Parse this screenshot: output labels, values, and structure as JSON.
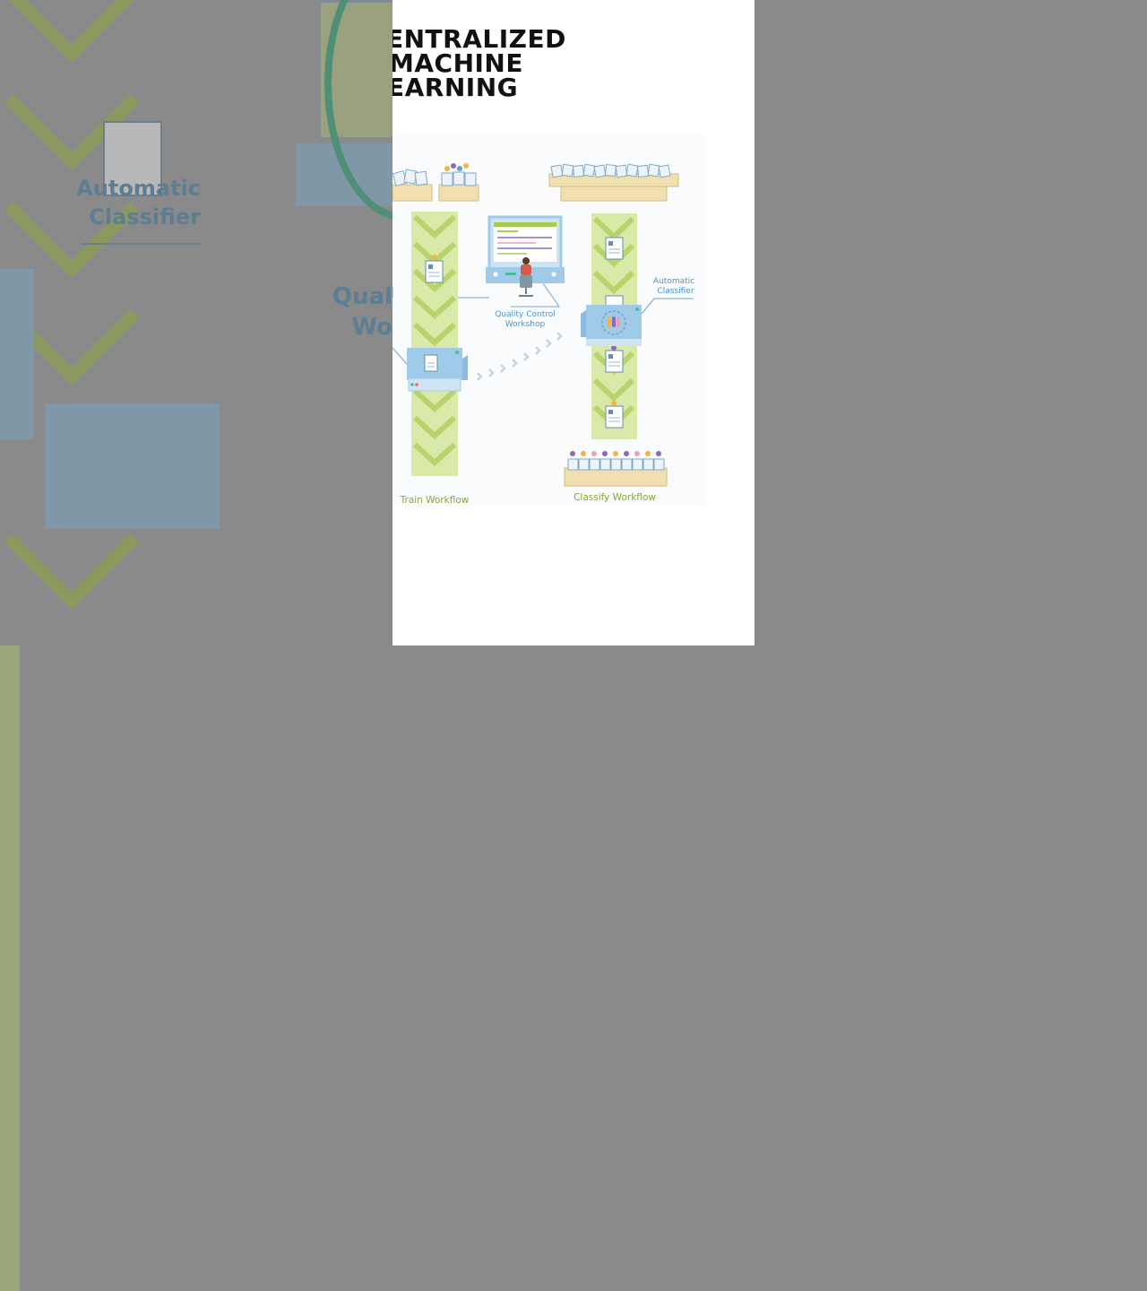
{
  "headline": {
    "lines": [
      "ENTRALIZED",
      "MACHINE",
      "EARNING"
    ]
  },
  "diagram": {
    "labels": {
      "train_workflow": "Train Workflow",
      "classify_workflow": "Classify Workflow",
      "quality_control_line1": "Quality Control",
      "quality_control_line2": "Workshop",
      "automatic_classifier_line1": "Automatic",
      "automatic_classifier_line2": "Classifier"
    }
  },
  "background": {
    "right_label_line1": "Automatic",
    "right_label_line2": "Classifier",
    "left_label_line1": "Qual",
    "left_label_line2": "Wo"
  },
  "colors": {
    "belt": "#d8e9a8",
    "belt_chevron": "#b7d36b",
    "label_green": "#8aa62d",
    "label_blue": "#4a95c2",
    "machine_blue": "#9fcbe8",
    "tray": "#f1dfb0",
    "accent_teal": "#4fb89a"
  }
}
